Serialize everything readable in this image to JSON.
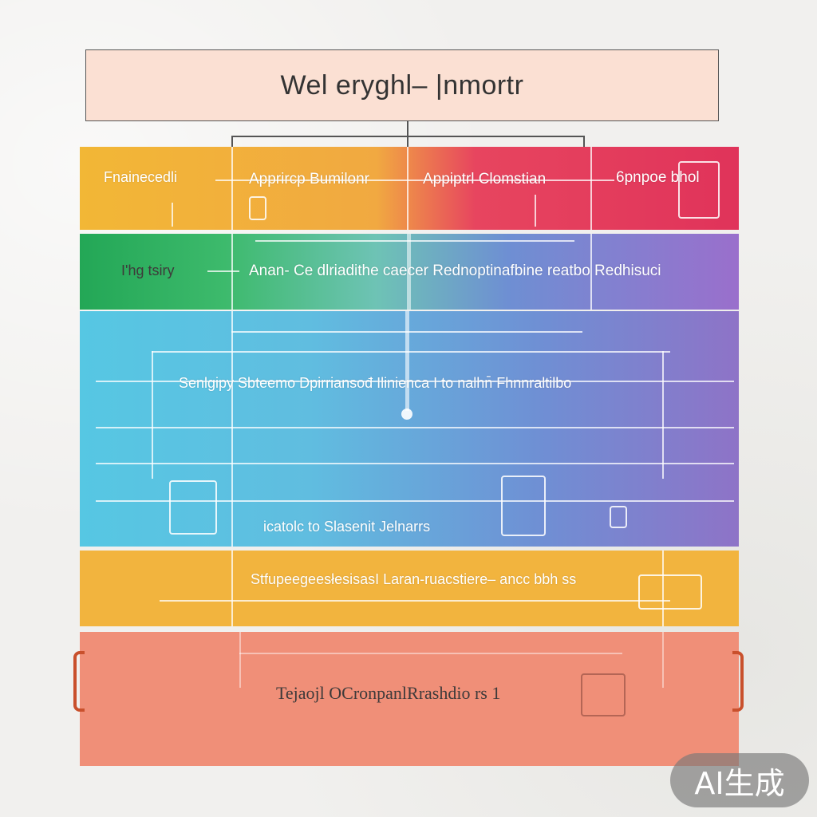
{
  "title": "Wel eryghl– |nmortr",
  "rows": [
    {
      "cells": [
        "Fnainecedli",
        "Apprircp Bumilonr",
        "Appiptrl Clomstian",
        "6pnpoe  bhol"
      ]
    },
    {
      "cells": [
        "I'hg tsiry",
        "Anan- Ce dlriadithe caecer  Rednoptinafbine  reatbo  Redhisuci"
      ]
    },
    {
      "cells": [
        "Senlgipy Sbteemo Dpirriansođ Ilinienca I to nalhn̄ Fhnnraltilbo",
        "icatolc to Slasenit Jelnarrs"
      ]
    },
    {
      "cells": [
        "StfupeegeesłesisasI Laran-ruacstiere– ancc bbh ss"
      ]
    },
    {
      "cells": [
        "Tejaojl OCronpanlRrashdio rs 1"
      ]
    }
  ],
  "watermark": "AI生成",
  "colors": {
    "title_bg": "#fbe0d3",
    "yellow": "#f2b736",
    "red": "#e0335a",
    "green": "#23a756",
    "purple": "#9a6fcc",
    "cyan": "#56c7e3",
    "orange": "#f2b43e",
    "salmon": "#f08f78"
  }
}
